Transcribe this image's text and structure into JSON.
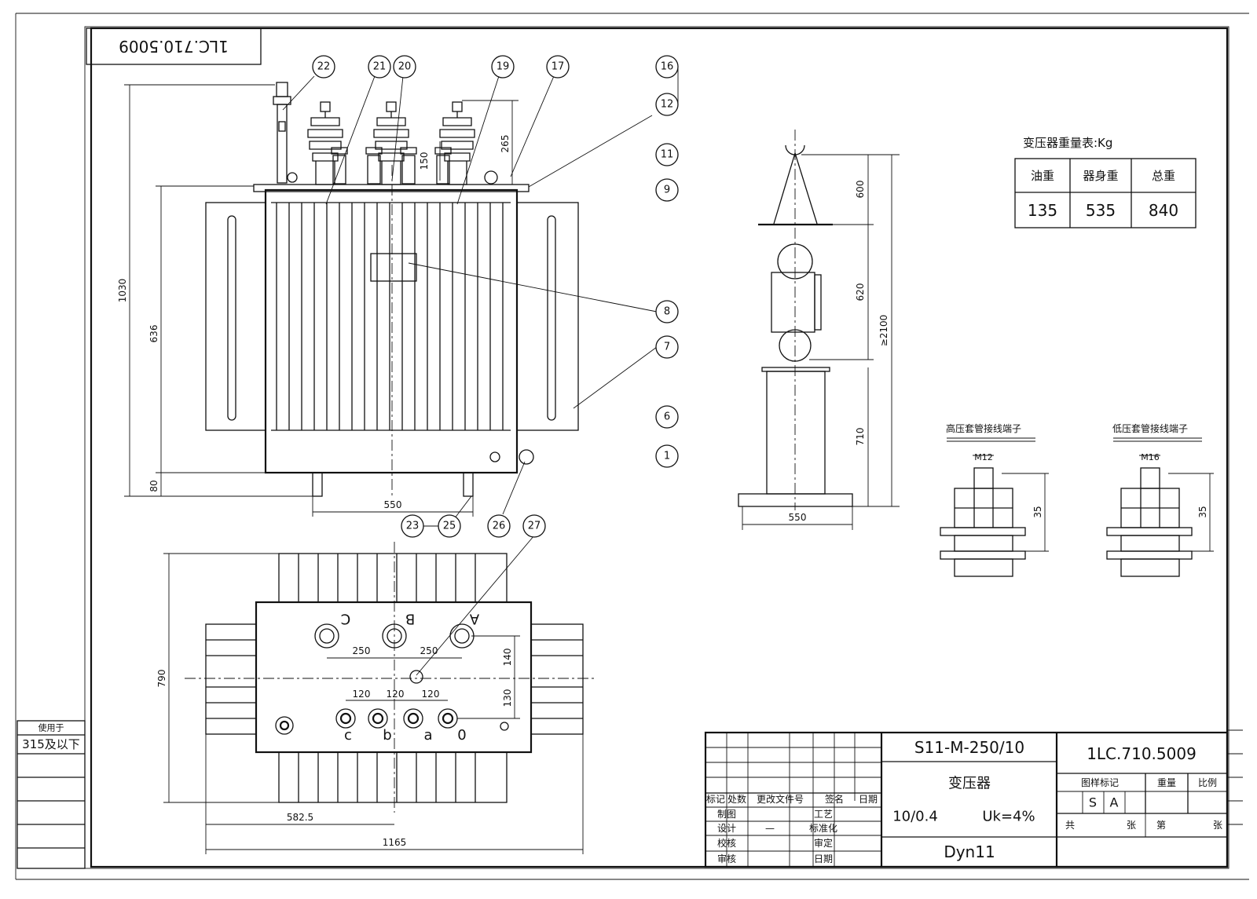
{
  "drawing_number_rotated": "1LC.710.5009",
  "balloons": [
    {
      "id": "b22",
      "label": "22"
    },
    {
      "id": "b21",
      "label": "21"
    },
    {
      "id": "b20",
      "label": "20"
    },
    {
      "id": "b19",
      "label": "19"
    },
    {
      "id": "b17",
      "label": "17"
    },
    {
      "id": "b16",
      "label": "16"
    },
    {
      "id": "b12",
      "label": "12"
    },
    {
      "id": "b11",
      "label": "11"
    },
    {
      "id": "b9",
      "label": "9"
    },
    {
      "id": "b8",
      "label": "8"
    },
    {
      "id": "b7",
      "label": "7"
    },
    {
      "id": "b6",
      "label": "6"
    },
    {
      "id": "b1",
      "label": "1"
    },
    {
      "id": "b23",
      "label": "23"
    },
    {
      "id": "b25",
      "label": "25"
    },
    {
      "id": "b26",
      "label": "26"
    },
    {
      "id": "b27",
      "label": "27"
    }
  ],
  "front_view_dims": {
    "overall_height": "1030",
    "tank_height": "636",
    "base_height": "80",
    "wheel_gauge": "550",
    "bushing_height": "265",
    "bushing_spacing": "150"
  },
  "side_view_dims": {
    "d600": "600",
    "d620": "620",
    "d710": "710",
    "total": "≥2100",
    "base": "550"
  },
  "top_view": {
    "hv_labels": [
      "C",
      "B",
      "A"
    ],
    "lv_labels": [
      "c",
      "b",
      "a",
      "0"
    ],
    "dims": {
      "hv_spacing_1": "250",
      "hv_spacing_2": "250",
      "lv_1": "120",
      "lv_2": "120",
      "lv_3": "120",
      "d140": "140",
      "d130": "130",
      "depth": "790",
      "half_width": "582.5",
      "width": "1165"
    }
  },
  "weight_table": {
    "title": "变压器重量表:Kg",
    "headers": [
      "油重",
      "器身重",
      "总重"
    ],
    "values": [
      "135",
      "535",
      "840"
    ]
  },
  "terminals": [
    {
      "title": "高压套管接线端子",
      "thread": "M12",
      "height": "35"
    },
    {
      "title": "低压套管接线端子",
      "thread": "M16",
      "height": "35"
    }
  ],
  "side_stamp": {
    "label": "使用于",
    "value": "315及以下"
  },
  "title_block": {
    "model": "S11-M-250/10",
    "name": "变压器",
    "voltage": "10/0.4",
    "impedance": "Uk=4%",
    "vector_group": "Dyn11",
    "drawing_no": "1LC.710.5009",
    "stage_header": "图样标记",
    "weight_header": "重量",
    "scale_header": "比例",
    "stage_marks": [
      "S",
      "A"
    ],
    "total_label": "共",
    "sheet_label": "张",
    "page_label": "第",
    "page_unit": "张",
    "rev_headers": [
      "标记",
      "处数",
      "更改文件号",
      "签名",
      "日期"
    ],
    "roles_left": [
      "制图",
      "设计",
      "校核",
      "审核"
    ],
    "roles_right": [
      "工艺",
      "标准化",
      "审定",
      "日期"
    ],
    "dash": "—"
  }
}
